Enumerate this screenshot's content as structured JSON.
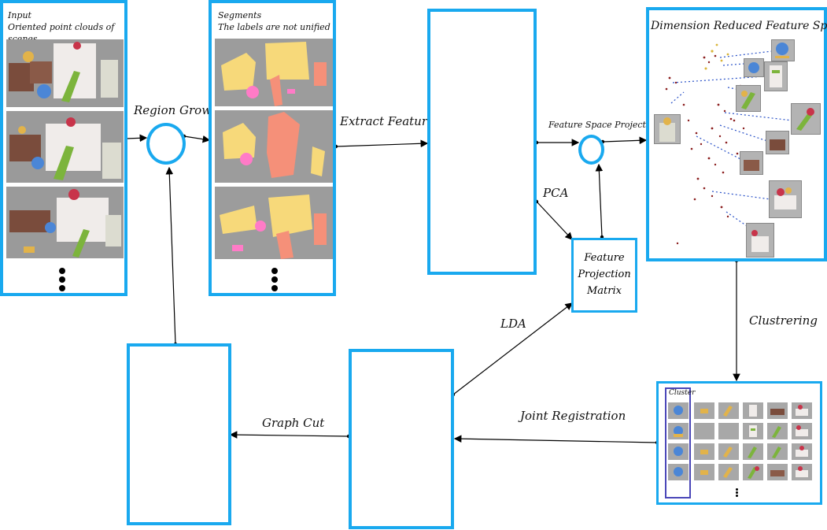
{
  "input_panel": {
    "title_line1": "Input",
    "title_line2": "Oriented point clouds of scenes"
  },
  "segments_panel": {
    "title_line1": "Segments",
    "title_line2": "The labels are not unified"
  },
  "dimension_panel": {
    "title": "Dimension Reduced Feature Space"
  },
  "cluster_panel": {
    "title": "Cluster"
  },
  "matrix_box": {
    "line1": "Feature",
    "line2": "Projection",
    "line3": "Matrix"
  },
  "edges": {
    "region_grow": "Region Grow",
    "extract_features": "Extract Features",
    "feature_space_projection": "Feature Space Projection",
    "pca": "PCA",
    "lda": "LDA",
    "clustering": "Clustrering",
    "joint_registration": "Joint Registration",
    "graph_cut": "Graph Cut"
  },
  "colors": {
    "box_border": "#19a9ef",
    "cluster_border": "#4a46b8",
    "segment_yellow": "#f7d97a",
    "segment_salmon": "#f59079",
    "segment_pink": "#ff7bc7"
  }
}
